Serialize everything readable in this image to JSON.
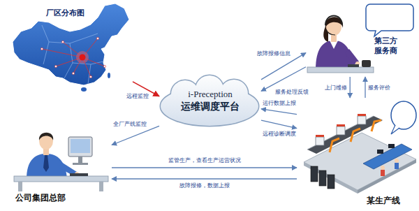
{
  "diagram": {
    "nodes": [
      {
        "text": [
          "厂区分布图"
        ]
      },
      {
        "text": [
          "第三方服务商"
        ]
      },
      {
        "text": [
          "i-Preception",
          "运维调度平台"
        ]
      },
      {
        "text": [
          "公司集团总部"
        ]
      },
      {
        "text": [
          "某生产线"
        ]
      }
    ],
    "edges": [
      {
        "from": 0,
        "to": 2,
        "arrow": "to",
        "label": "远程监控"
      },
      {
        "from": 2,
        "to": 3,
        "arrow": "to",
        "label": "全厂产线监控"
      },
      {
        "from": 2,
        "to": 1,
        "arrow": "to",
        "label": "故障报修信息"
      },
      {
        "from": 1,
        "to": 2,
        "arrow": "to",
        "label": "服务处理反馈"
      },
      {
        "from": 4,
        "to": 2,
        "arrow": "to",
        "label": "运行数据上报"
      },
      {
        "from": 2,
        "to": 4,
        "arrow": "to",
        "label": "远程诊断调度"
      },
      {
        "from": 1,
        "to": 4,
        "arrow": "to",
        "label": "上门维修"
      },
      {
        "from": 4,
        "to": 1,
        "arrow": "to",
        "label": "服务评价"
      },
      {
        "from": 3,
        "to": 4,
        "arrow": "to",
        "label": "监管生产，查看生产运营状况"
      },
      {
        "from": 4,
        "to": 3,
        "arrow": "to",
        "label": "故障报修，数据上报"
      }
    ]
  }
}
